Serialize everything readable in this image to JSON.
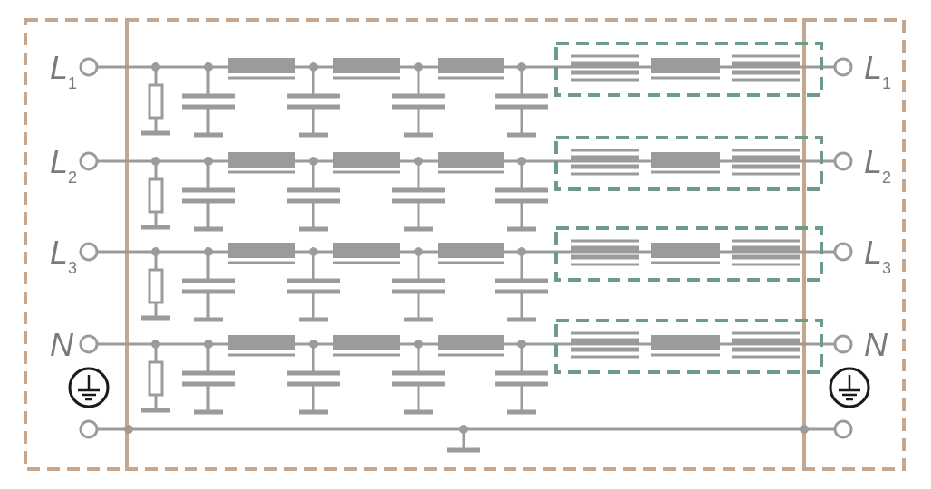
{
  "lines": [
    {
      "id": "L1",
      "letter": "L",
      "sub": "1"
    },
    {
      "id": "L2",
      "letter": "L",
      "sub": "2"
    },
    {
      "id": "L3",
      "letter": "L",
      "sub": "3"
    },
    {
      "id": "N",
      "letter": "N",
      "sub": ""
    }
  ],
  "ground_icon": "protective-earth-icon",
  "colors": {
    "wire": "#9b9b9b",
    "component": "#9b9b9b",
    "terminal": "#9b9b9b",
    "outer_enclosure": "#c4a78e",
    "choke_box": "#6e9a8a",
    "earth_symbol": "#1a1a1a"
  }
}
